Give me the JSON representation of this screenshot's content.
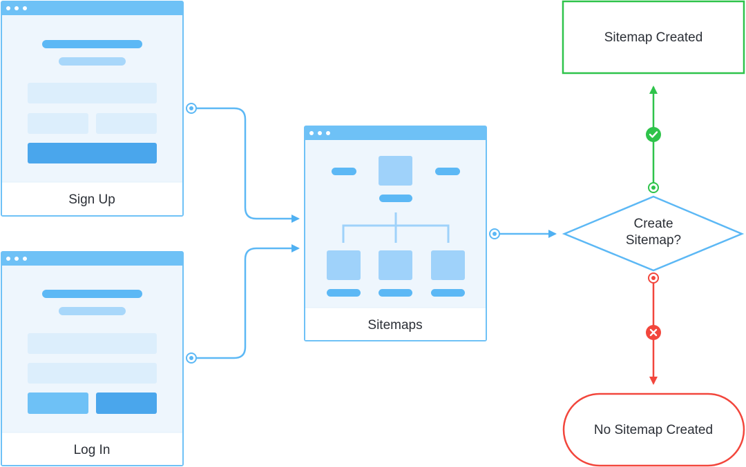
{
  "screens": {
    "signup": {
      "label": "Sign Up"
    },
    "login": {
      "label": "Log In"
    },
    "sitemaps": {
      "label": "Sitemaps"
    }
  },
  "decision": {
    "line1": "Create",
    "line2": "Sitemap?"
  },
  "outcomes": {
    "yes": {
      "label": "Sitemap Created"
    },
    "no": {
      "label": "No Sitemap Created"
    }
  },
  "colors": {
    "primary_blue": "#5CB8F5",
    "frame_blue": "#6EC1F6",
    "yes_green": "#2EC34A",
    "no_red": "#F2463C"
  }
}
